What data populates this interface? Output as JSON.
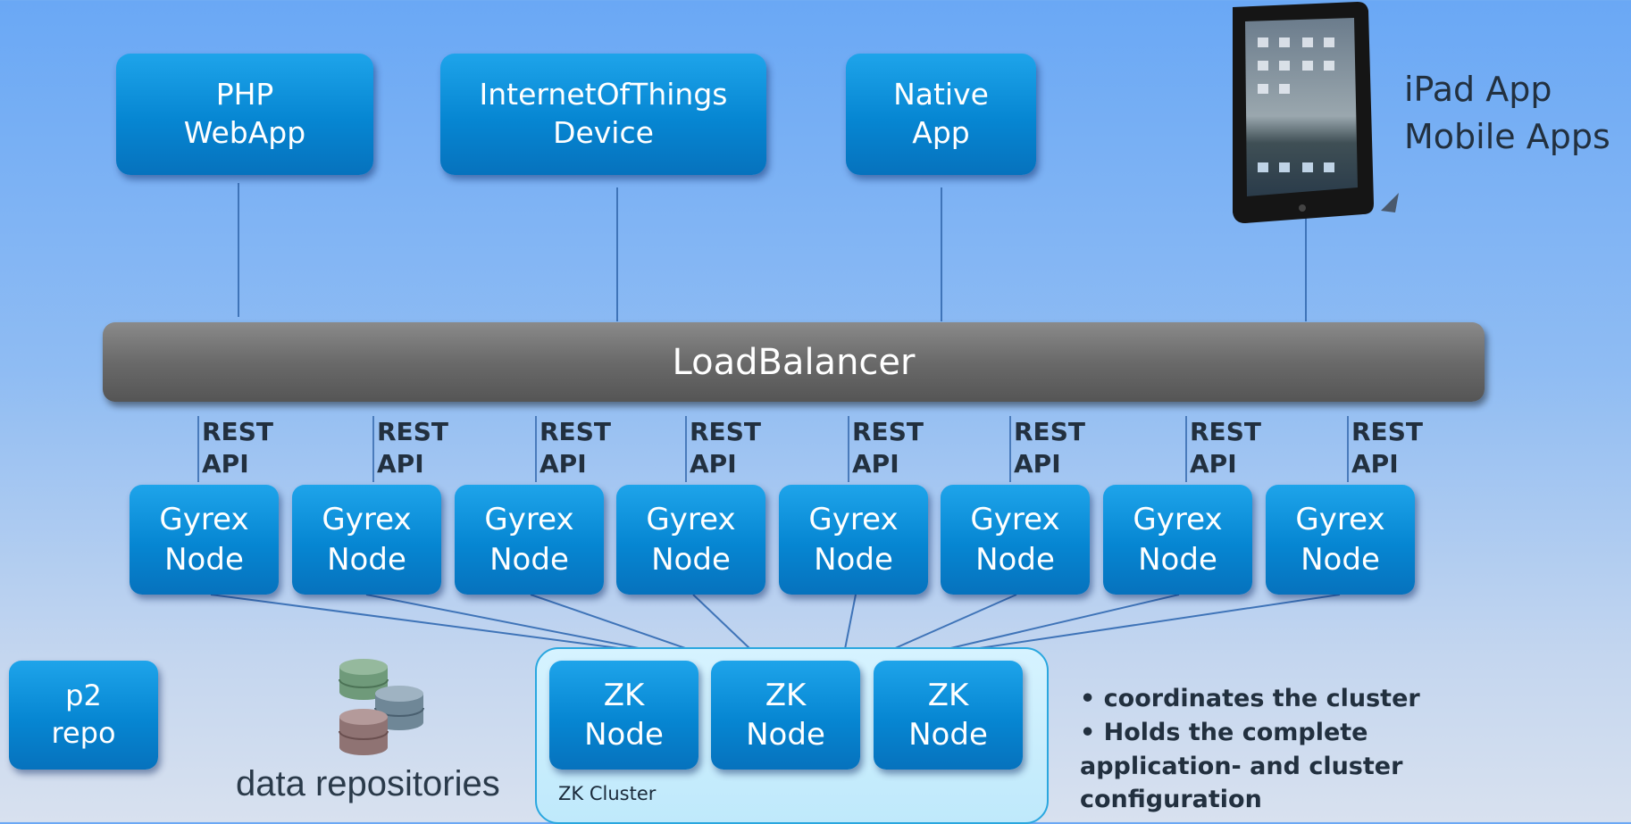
{
  "clients": [
    {
      "line1": "PHP",
      "line2": "WebApp"
    },
    {
      "line1": "InternetOfThings",
      "line2": "Device"
    },
    {
      "line1": "Native",
      "line2": "App"
    }
  ],
  "ipad": {
    "line1": "iPad App",
    "line2": "Mobile Apps"
  },
  "load_balancer": "LoadBalancer",
  "rest_api": {
    "line1": "REST",
    "line2": "API"
  },
  "gyrex_node": {
    "line1": "Gyrex",
    "line2": "Node"
  },
  "zk_node": {
    "line1": "ZK",
    "line2": "Node"
  },
  "zk_cluster_label": "ZK Cluster",
  "p2_repo": {
    "line1": "p2",
    "line2": "repo"
  },
  "data_repositories": "data repositories",
  "notes": [
    "• coordinates the cluster",
    "• Holds the complete",
    "application- and cluster",
    "configuration"
  ],
  "colors": {
    "node_blue": "#0686d2",
    "load_balancer_gray": "#6a6a6a",
    "cluster_fill": "#c8edfc"
  },
  "icons": [
    "ipad-icon",
    "database-stack-icon"
  ]
}
